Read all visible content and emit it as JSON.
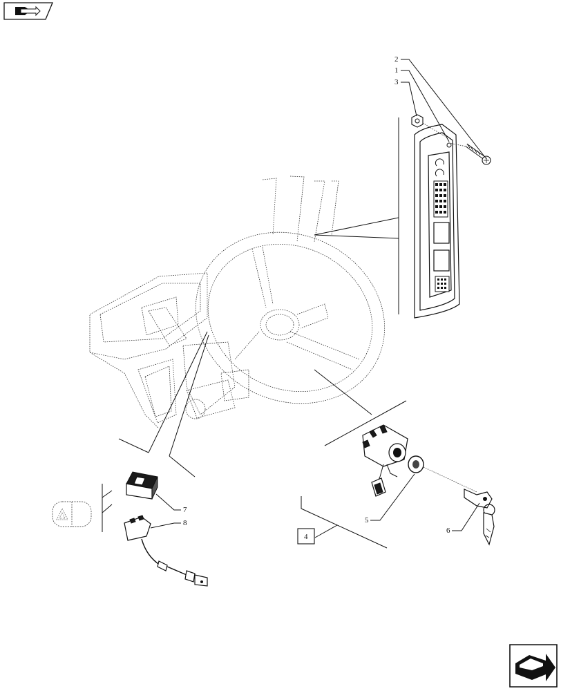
{
  "callouts": [
    {
      "id": "1",
      "label": "1"
    },
    {
      "id": "2",
      "label": "2"
    },
    {
      "id": "3",
      "label": "3"
    },
    {
      "id": "4",
      "label": "4"
    },
    {
      "id": "5",
      "label": "5"
    },
    {
      "id": "6",
      "label": "6"
    },
    {
      "id": "7",
      "label": "7"
    },
    {
      "id": "8",
      "label": "8"
    }
  ],
  "icons": {
    "top_nav": "previous-page-arrow-icon",
    "bottom_nav": "next-page-arrow-icon",
    "warning": "hazard-triangle-icon"
  },
  "colors": {
    "line": "#111111",
    "background": "#ffffff"
  }
}
